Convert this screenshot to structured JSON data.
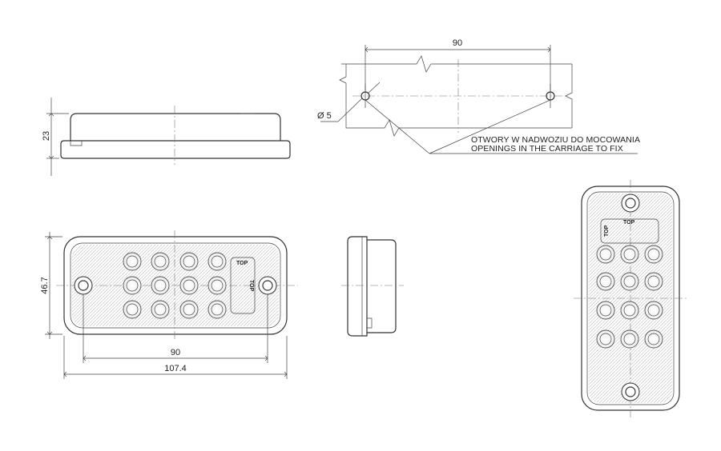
{
  "labels": {
    "dim_height": "23",
    "dim_width_side": "46.7",
    "dim_hole_spacing_top": "90",
    "dim_hole_spacing_front": "90",
    "dim_total_length": "107.4",
    "dim_hole_diameter": "Ø 5",
    "note_polish": "OTWORY W NADWOZIU DO MOCOWANIA",
    "note_english": "OPENINGS IN THE CARRIAGE TO FIX",
    "top_marker_front": "TOP",
    "top_marker_front_rotated": "TOP",
    "top_marker_right": "TOP",
    "top_marker_right_rotated": "TOP"
  },
  "colors": {
    "line": "#333333",
    "hatch": "#cfcfcf"
  }
}
